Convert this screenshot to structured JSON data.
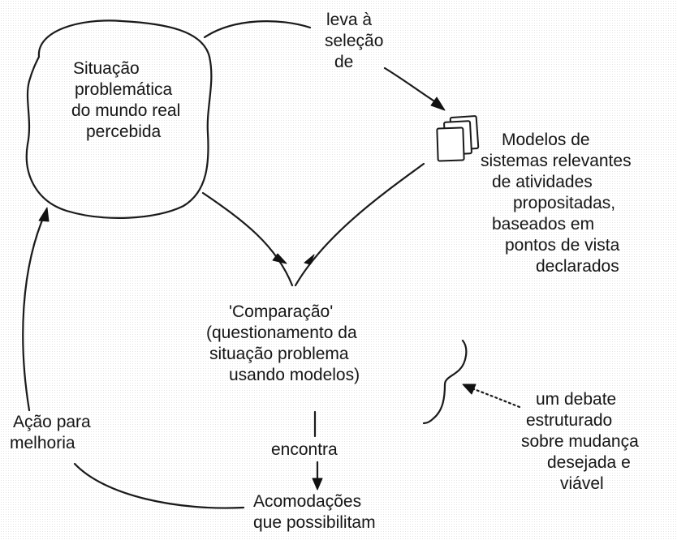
{
  "nodes": {
    "situation": {
      "lines": [
        "Situação",
        "problemática",
        "do mundo real",
        "percebida"
      ]
    },
    "models": {
      "lines": [
        "Modelos de",
        "sistemas relevantes",
        "de atividades",
        "propositadas,",
        "baseados em",
        "pontos de vista",
        "declarados"
      ]
    },
    "comparison": {
      "lines": [
        "'Comparação'",
        "(questionamento da",
        "situação problema",
        "usando modelos)"
      ]
    },
    "accommodations": {
      "lines": [
        "Acomodações",
        "que possibilitam"
      ]
    },
    "action": {
      "lines": [
        "Ação para",
        "melhoria"
      ]
    },
    "debate": {
      "lines": [
        "um debate",
        "estruturado",
        "sobre mudança",
        "desejada e",
        "viável"
      ]
    }
  },
  "edges": {
    "leads_to": {
      "lines": [
        "leva à",
        "seleção",
        "de"
      ]
    },
    "finds": {
      "label": "encontra"
    }
  }
}
